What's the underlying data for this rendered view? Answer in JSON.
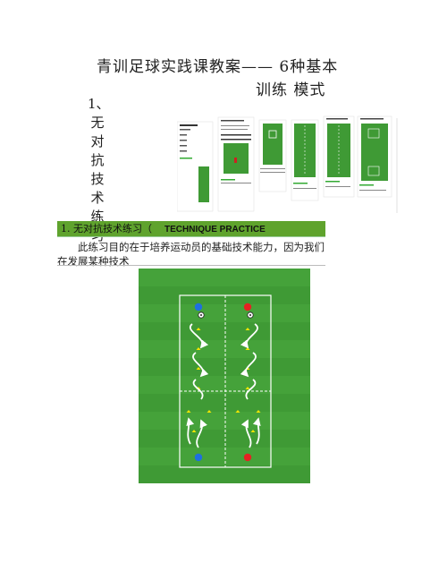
{
  "title": {
    "line1": "青训足球实践课教案—— 6种基本",
    "line2": "训练 模式"
  },
  "side_heading": [
    "1、",
    "无",
    "对",
    "抗",
    "技",
    "术",
    "练",
    "习"
  ],
  "section": {
    "label": "1. 无对抗技术练习（",
    "label_en": "TECHNIQUE PRACTICE"
  },
  "description": "此练习目的在于培养运动员的基础技术能力，因为我们在发展某种技术",
  "colors": {
    "pitch": "#3f9a35",
    "section_bar": "#5fa32d",
    "player_blue": "#1e6fe0",
    "player_red": "#e52222",
    "cone": "#f2e600"
  },
  "icons": [
    "soccer-ball-icon",
    "cone-icon",
    "player-marker-icon",
    "arrow-icon"
  ]
}
